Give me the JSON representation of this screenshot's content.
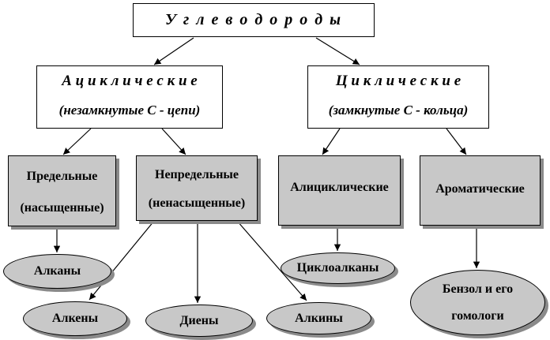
{
  "root": {
    "label": "У г л е в о д о р о д ы"
  },
  "acyclic": {
    "title": "А ц и к л и ч е с к и е",
    "subtitle": "(незамкнутые С - цепи)"
  },
  "cyclic": {
    "title": "Ц и к л и ч е с к и е",
    "subtitle": "(замкнутые С - кольца)"
  },
  "saturated": {
    "line1": "Предельные",
    "line2": "(насыщенные)"
  },
  "unsaturated": {
    "line1": "Непредельные",
    "line2": "(ненасыщенные)"
  },
  "alicyclic": {
    "label": "Алициклические"
  },
  "aromatic": {
    "label": "Ароматические"
  },
  "alkanes": {
    "label": "Алканы"
  },
  "alkenes": {
    "label": "Алкены"
  },
  "dienes": {
    "label": "Диены"
  },
  "alkynes": {
    "label": "Алкины"
  },
  "cycloalkanes": {
    "label": "Циклоалканы"
  },
  "benzene": {
    "line1": "Бензол и его",
    "line2": "гомологи"
  }
}
